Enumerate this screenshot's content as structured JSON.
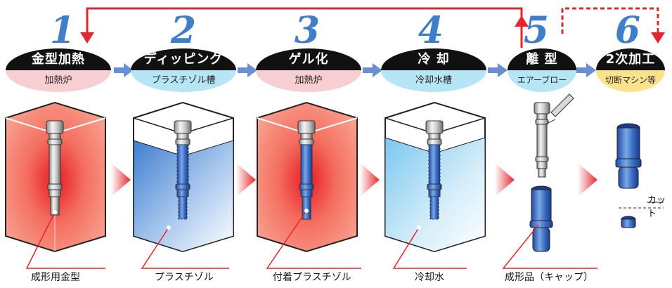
{
  "steps": [
    {
      "number": "1",
      "title": "金型加熱",
      "subtitle": "加熱炉"
    },
    {
      "number": "2",
      "title": "ディッピング",
      "subtitle": "プラスチゾル槽"
    },
    {
      "number": "3",
      "title": "ゲル化",
      "subtitle": "加熱炉"
    },
    {
      "number": "4",
      "title": "冷 却",
      "subtitle": "冷却水槽"
    },
    {
      "number": "5",
      "title": "離 型",
      "subtitle": "エアーブロー"
    },
    {
      "number": "6",
      "title": "2次加工",
      "subtitle": "切断マシン等"
    }
  ],
  "labels": {
    "mold": "成形用金型",
    "plastisol": "プラスチゾル",
    "coated": "付着プラスチゾル",
    "cooling_water": "冷却水",
    "product": "成形品（キャップ）",
    "cut": "カット"
  },
  "colors": {
    "number": "#3f7fc9",
    "arrow": "#6a8fd0",
    "return_line": "#e3262c",
    "heat": "#f26b5b",
    "dip": "#4f86cf",
    "cool": "#8fd0ee",
    "part_blue": "#2f5fb7"
  }
}
